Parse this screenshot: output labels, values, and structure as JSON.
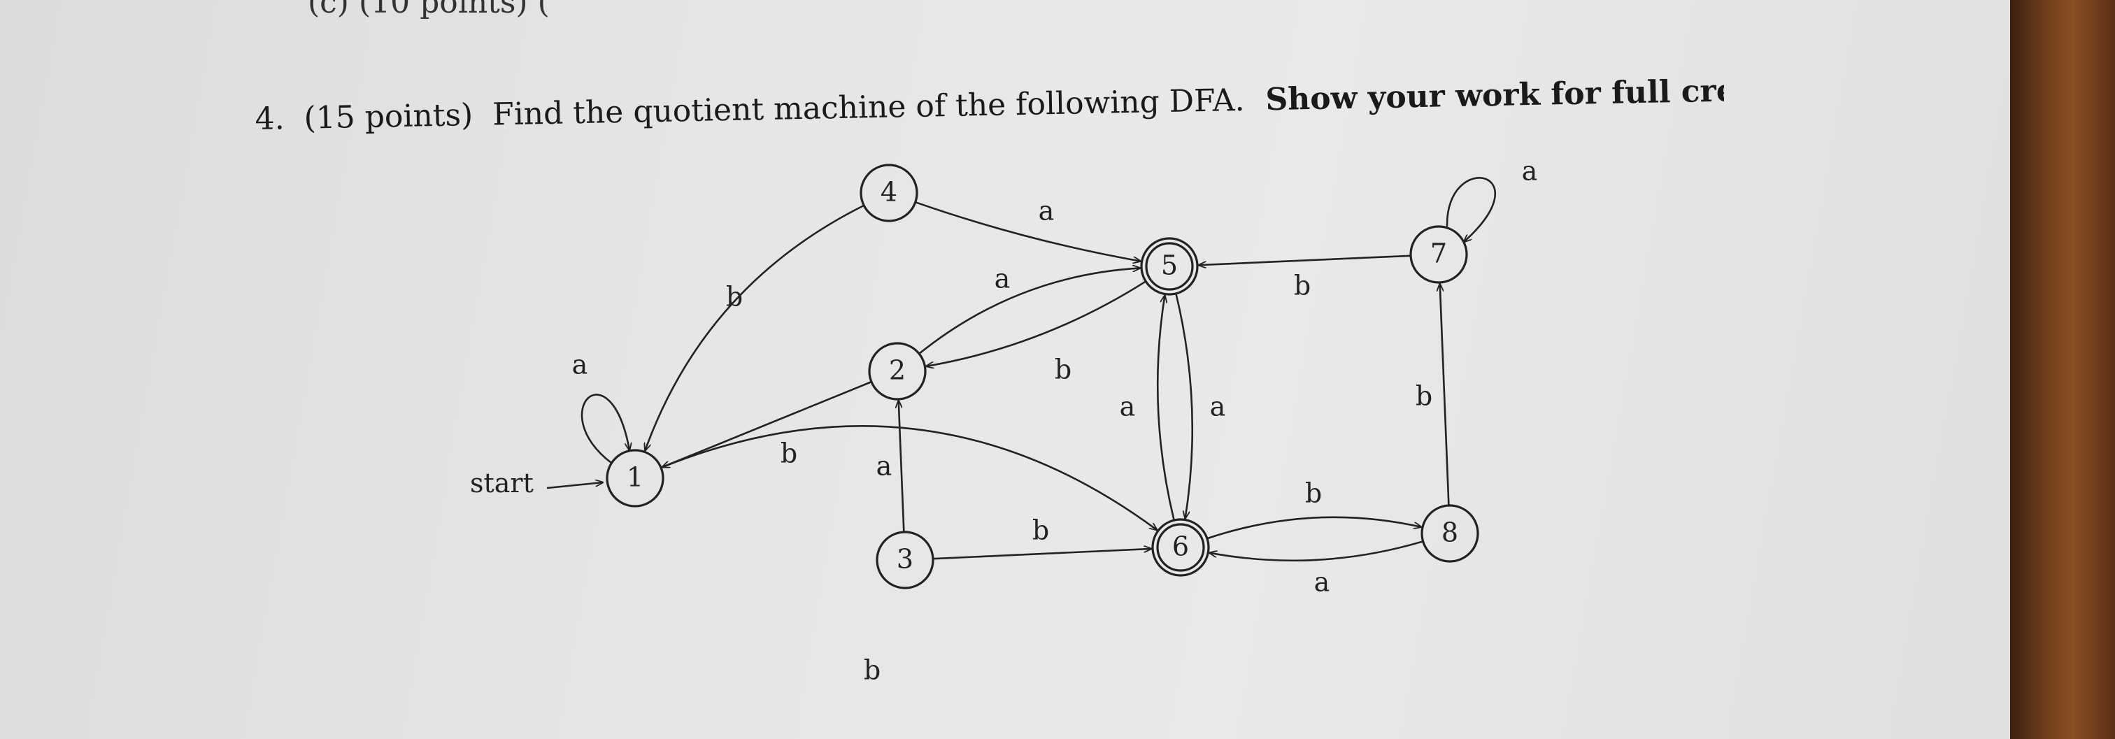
{
  "previous_question": "(c) (10 points) (",
  "question": {
    "number": "4.",
    "points": "(15 points)",
    "text": "Find the quotient machine of the following DFA.",
    "emphasis": "Show your work for full credit."
  },
  "dfa": {
    "start_label": "start",
    "states": [
      {
        "id": "1",
        "accepting": false
      },
      {
        "id": "2",
        "accepting": false
      },
      {
        "id": "3",
        "accepting": false
      },
      {
        "id": "4",
        "accepting": false
      },
      {
        "id": "5",
        "accepting": true
      },
      {
        "id": "6",
        "accepting": true
      },
      {
        "id": "7",
        "accepting": false
      },
      {
        "id": "8",
        "accepting": false
      }
    ],
    "transitions": [
      {
        "from": "1",
        "to": "1",
        "symbol": "a"
      },
      {
        "from": "1",
        "to": "6",
        "symbol": "b"
      },
      {
        "from": "2",
        "to": "5",
        "symbol": "a"
      },
      {
        "from": "2",
        "to": "1",
        "symbol": "b"
      },
      {
        "from": "3",
        "to": "2",
        "symbol": "a"
      },
      {
        "from": "3",
        "to": "6",
        "symbol": "b"
      },
      {
        "from": "4",
        "to": "5",
        "symbol": "a"
      },
      {
        "from": "4",
        "to": "1",
        "symbol": "b"
      },
      {
        "from": "5",
        "to": "6",
        "symbol": "a"
      },
      {
        "from": "5",
        "to": "2",
        "symbol": "b"
      },
      {
        "from": "6",
        "to": "5",
        "symbol": "a"
      },
      {
        "from": "6",
        "to": "8",
        "symbol": "b"
      },
      {
        "from": "7",
        "to": "7",
        "symbol": "a"
      },
      {
        "from": "7",
        "to": "5",
        "symbol": "b"
      },
      {
        "from": "8",
        "to": "6",
        "symbol": "a"
      },
      {
        "from": "8",
        "to": "7",
        "symbol": "b"
      }
    ]
  }
}
